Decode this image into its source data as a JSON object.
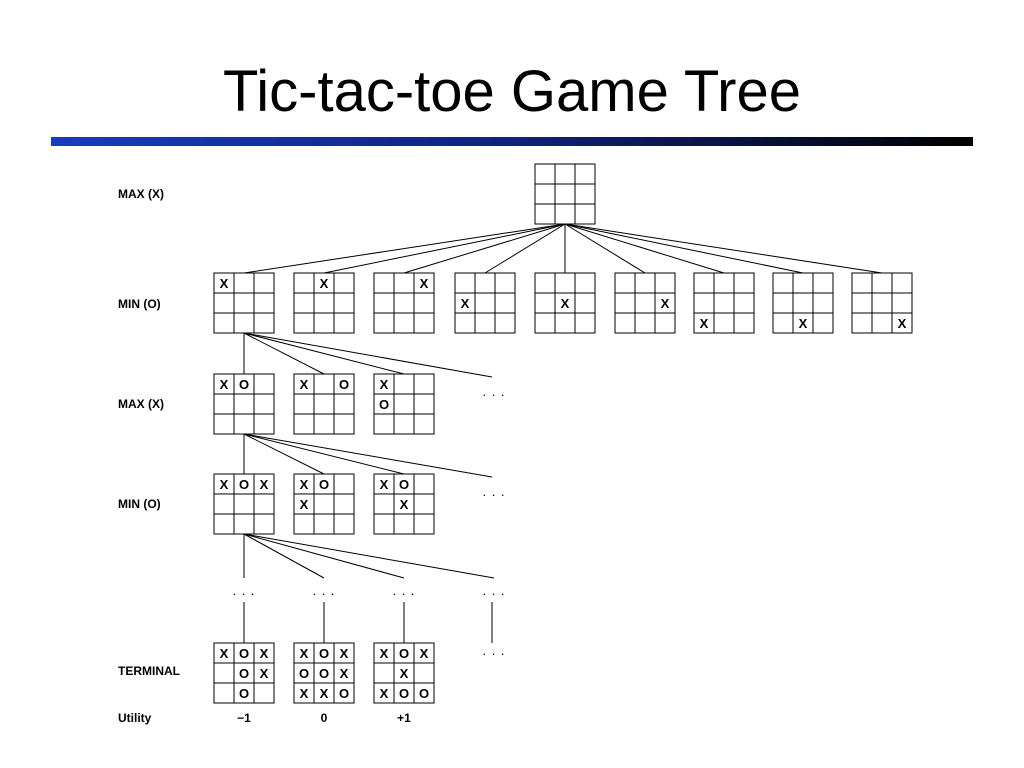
{
  "title": "Tic-tac-toe Game Tree",
  "level_labels": [
    {
      "id": "max1",
      "text": "MAX (X)"
    },
    {
      "id": "min1",
      "text": "MIN (O)"
    },
    {
      "id": "max2",
      "text": "MAX (X)"
    },
    {
      "id": "min2",
      "text": "MIN (O)"
    },
    {
      "id": "terminal",
      "text": "TERMINAL"
    },
    {
      "id": "utility",
      "text": "Utility"
    }
  ],
  "ellipsis": ". . .",
  "root_board": [
    "",
    "",
    "",
    "",
    "",
    "",
    "",
    "",
    ""
  ],
  "min1_boards": [
    [
      "X",
      "",
      "",
      "",
      "",
      "",
      "",
      "",
      ""
    ],
    [
      "",
      "X",
      "",
      "",
      "",
      "",
      "",
      "",
      ""
    ],
    [
      "",
      "",
      "X",
      "",
      "",
      "",
      "",
      "",
      ""
    ],
    [
      "",
      "",
      "",
      "X",
      "",
      "",
      "",
      "",
      ""
    ],
    [
      "",
      "",
      "",
      "",
      "X",
      "",
      "",
      "",
      ""
    ],
    [
      "",
      "",
      "",
      "",
      "",
      "X",
      "",
      "",
      ""
    ],
    [
      "",
      "",
      "",
      "",
      "",
      "",
      "X",
      "",
      ""
    ],
    [
      "",
      "",
      "",
      "",
      "",
      "",
      "",
      "X",
      ""
    ],
    [
      "",
      "",
      "",
      "",
      "",
      "",
      "",
      "",
      "X"
    ]
  ],
  "max2_boards": [
    [
      "X",
      "O",
      "",
      "",
      "",
      "",
      "",
      "",
      ""
    ],
    [
      "X",
      "",
      "O",
      "",
      "",
      "",
      "",
      "",
      ""
    ],
    [
      "X",
      "",
      "",
      "O",
      "",
      "",
      "",
      "",
      ""
    ]
  ],
  "min2_boards": [
    [
      "X",
      "O",
      "X",
      "",
      "",
      "",
      "",
      "",
      ""
    ],
    [
      "X",
      "O",
      "",
      "X",
      "",
      "",
      "",
      "",
      ""
    ],
    [
      "X",
      "O",
      "",
      "",
      "X",
      "",
      "",
      "",
      ""
    ]
  ],
  "terminal_boards": [
    [
      "X",
      "O",
      "X",
      "",
      "O",
      "X",
      "",
      "O",
      ""
    ],
    [
      "X",
      "O",
      "X",
      "O",
      "O",
      "X",
      "X",
      "X",
      "O"
    ],
    [
      "X",
      "O",
      "X",
      "",
      "X",
      "",
      "X",
      "O",
      "O"
    ]
  ],
  "utilities": [
    "−1",
    "0",
    "+1"
  ]
}
